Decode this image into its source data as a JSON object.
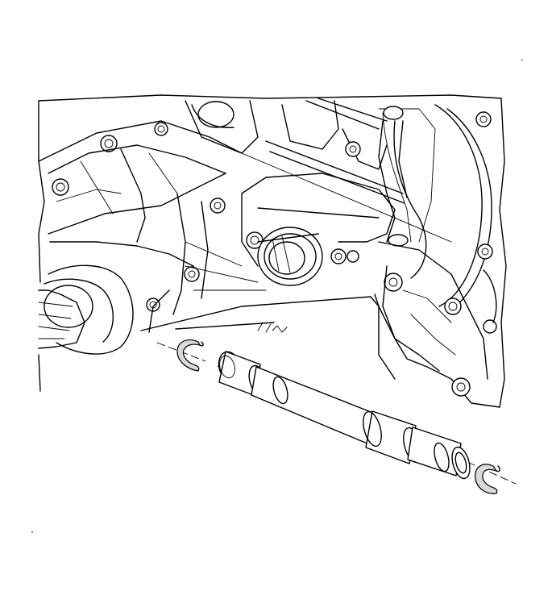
{
  "figure": {
    "background": "#ffffff",
    "line_color": "#000000",
    "parts": [
      {
        "id": "engine-block",
        "kind": "housing"
      },
      {
        "id": "transaxle-case",
        "kind": "housing"
      },
      {
        "id": "drive-shaft-seal-bore",
        "kind": "bore"
      },
      {
        "id": "intermediate-shaft",
        "kind": "shaft"
      },
      {
        "id": "retaining-ring-inboard",
        "kind": "snap-ring"
      },
      {
        "id": "retaining-ring-outboard",
        "kind": "snap-ring"
      }
    ]
  }
}
